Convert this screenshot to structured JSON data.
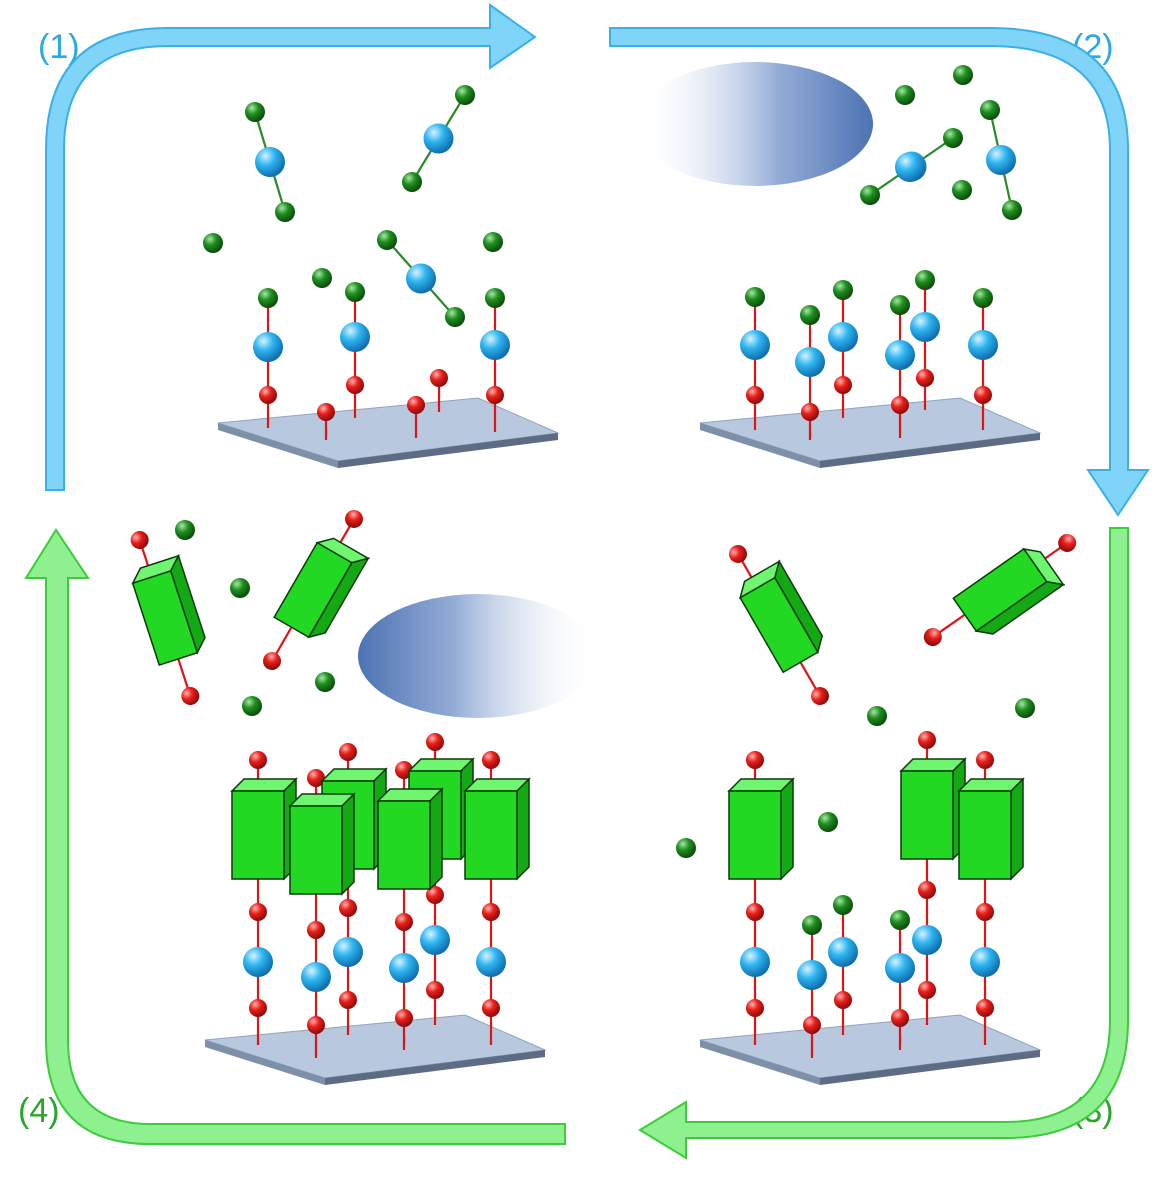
{
  "labels": {
    "step1": "(1)",
    "step2": "(2)",
    "step3": "(3)",
    "step4": "(4)"
  },
  "colors": {
    "blue_arrow": "#7fd4f7",
    "blue_arrow_stroke": "#3ab0e8",
    "green_arrow": "#8ff08f",
    "green_arrow_stroke": "#3ccc3c",
    "blue_label": "#29a9e6",
    "green_label": "#2aa52a",
    "linker_blue": "#1fa3e6",
    "atom_green": "#1b7f1b",
    "atom_red": "#e21a1a",
    "block_green": "#22d822",
    "substrate": "#b8c8de",
    "pulse_blue": "#4f78b8"
  }
}
